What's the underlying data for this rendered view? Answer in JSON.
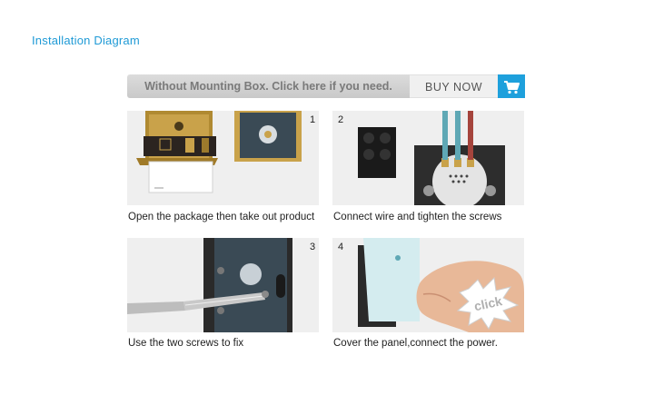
{
  "page": {
    "title": "Installation Diagram"
  },
  "banner": {
    "text": "Without Mounting Box. Click here if you need.",
    "buy_label": "BUY NOW",
    "cart_icon": "cart-icon",
    "accent": "#1ea0dc"
  },
  "steps": [
    {
      "number": "1",
      "caption": "Open the package then take out product"
    },
    {
      "number": "2",
      "caption": "Connect wire and tighten the screws"
    },
    {
      "number": "3",
      "caption": "Use the two screws to fix"
    },
    {
      "number": "4",
      "caption": "Cover the panel,connect the power."
    }
  ],
  "step4": {
    "bubble_text": "click"
  },
  "colors": {
    "title": "#1f9ad6",
    "panel_bg": "#efefef"
  }
}
